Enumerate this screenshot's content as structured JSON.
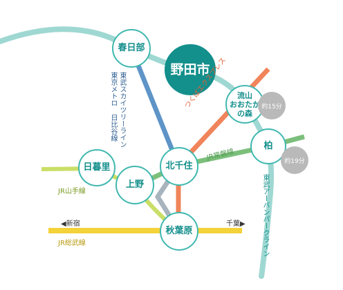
{
  "stations": {
    "noda": "野田市",
    "kasukabe": "春日部",
    "nagareyama_1": "流山",
    "nagareyama_2": "おおたかの森",
    "kashiwa": "柏",
    "kitasenju": "北千住",
    "nippori": "日暮里",
    "ueno": "上野",
    "akihabara": "秋葉原"
  },
  "times": {
    "nagareyama": "約15分",
    "kashiwa": "約19分"
  },
  "lines": {
    "tobu_skytree": "東武スカイツリーライン",
    "hibiya": "東京メトロ 日比谷線",
    "tsukuba": "つくばエクスプレス",
    "joban": "JR常磐線",
    "urban_park": "東武アーバンパークライン",
    "yamanote": "JR山手線",
    "sobu": "JR総武線"
  },
  "directions": {
    "shinjuku": "◀新宿",
    "chiba": "千葉▶"
  },
  "colors": {
    "station_outline": "#3fb8af",
    "station_text": "#138f8c",
    "tobu_urban_park": "#9fd8d2",
    "tobu_skytree": "#5e94c8",
    "hibiya": "#a8b4bd",
    "tsukuba": "#f0845a",
    "joban": "#7cbf7c",
    "yamanote": "#c9de66",
    "sobu": "#f4d239",
    "badge": "#b9b9b9"
  }
}
